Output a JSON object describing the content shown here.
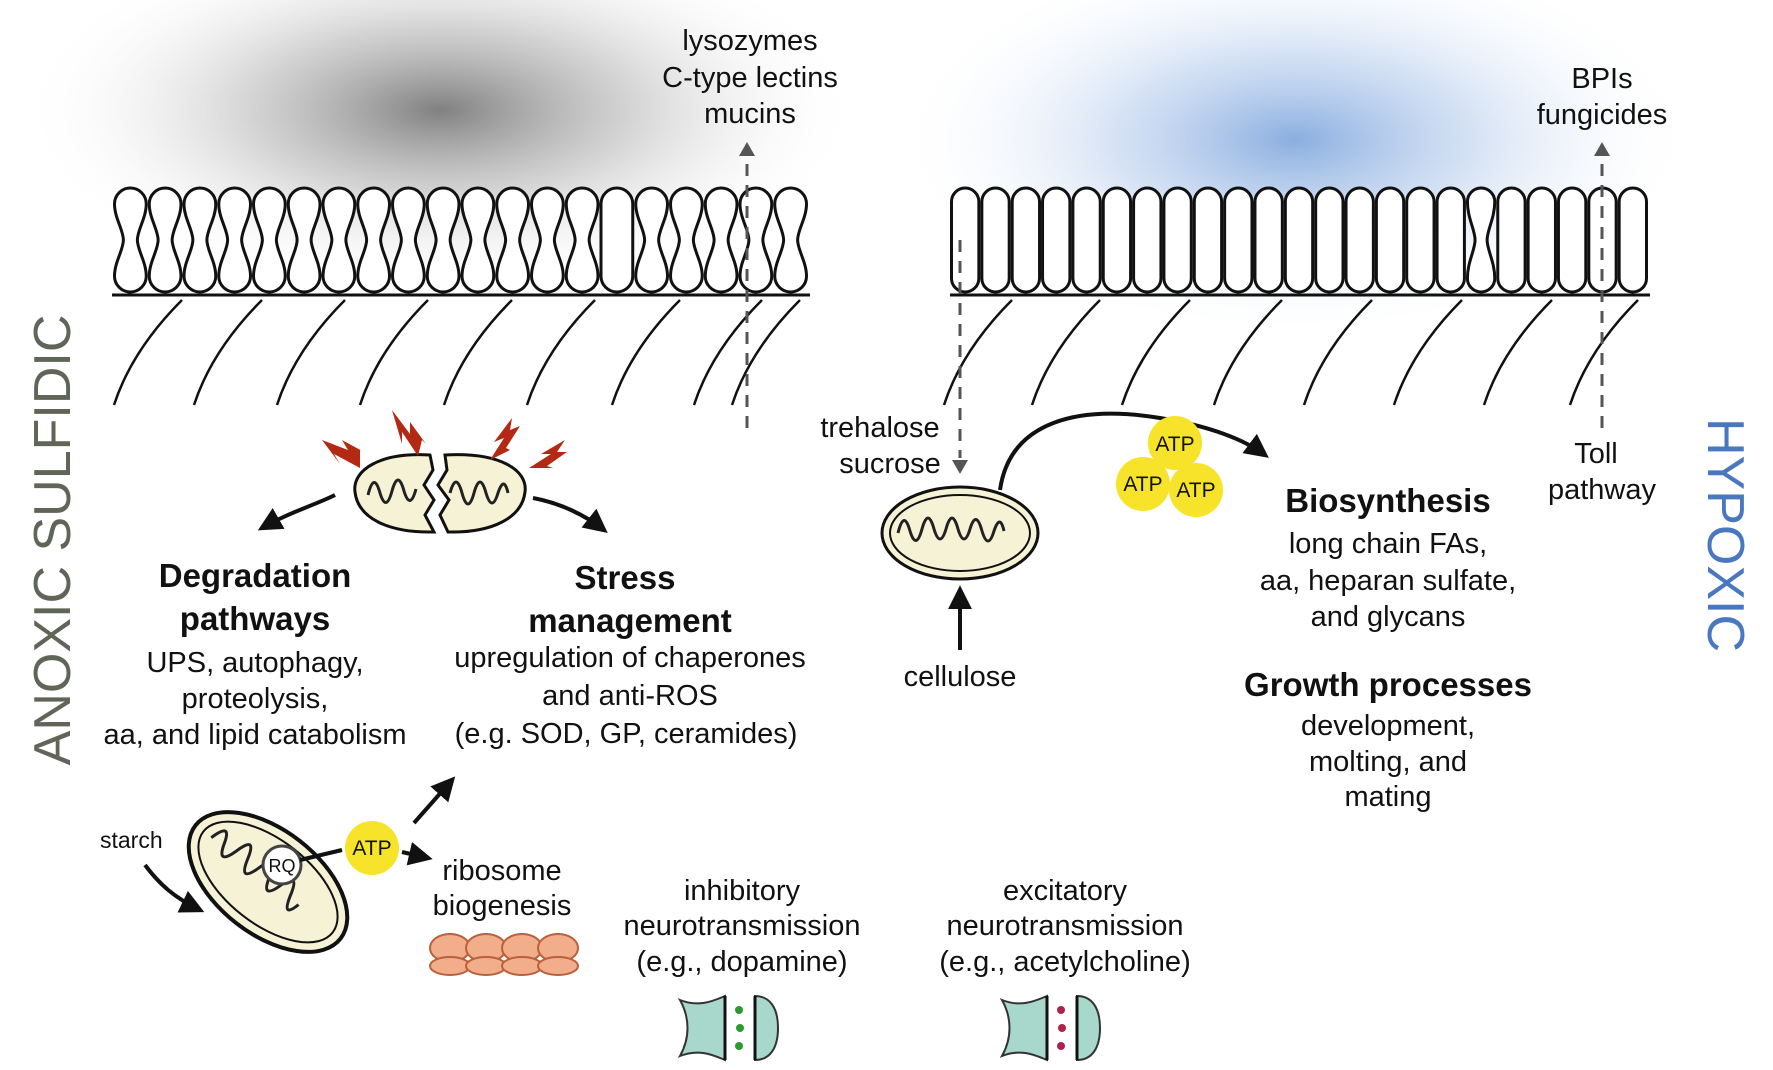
{
  "left_panel": {
    "side_label": "ANOXIC SULFIDIC",
    "secreted": [
      "lysozymes",
      "C-type lectins",
      "mucins"
    ],
    "degradation": {
      "title_lines": [
        "Degradation",
        "pathways"
      ],
      "detail_lines": [
        "UPS, autophagy,",
        "proteolysis,",
        "aa, and lipid catabolism"
      ]
    },
    "stress": {
      "title_lines": [
        "Stress",
        "management"
      ],
      "detail_lines": [
        "upregulation of chaperones",
        "and anti-ROS",
        "(e.g. SOD, GP, ceramides)"
      ]
    },
    "starch": "starch",
    "rq": "RQ",
    "atp": "ATP",
    "ribosome_lines": [
      "ribosome",
      "biogenesis"
    ],
    "inhibitory_lines": [
      "inhibitory",
      "neurotransmission",
      "(e.g., dopamine)"
    ]
  },
  "right_panel": {
    "side_label": "HYPOXIC",
    "secreted": [
      "BPIs",
      "fungicides"
    ],
    "sugars": [
      "trehalose",
      "sucrose"
    ],
    "cellulose": "cellulose",
    "atp_labels": [
      "ATP",
      "ATP",
      "ATP"
    ],
    "biosynthesis": {
      "title": "Biosynthesis",
      "detail_lines": [
        "long chain FAs,",
        "aa, heparan sulfate,",
        "and glycans"
      ]
    },
    "growth": {
      "title": "Growth processes",
      "detail_lines": [
        "development,",
        "molting, and",
        "mating"
      ]
    },
    "toll_lines": [
      "Toll",
      "pathway"
    ],
    "excitatory_lines": [
      "excitatory",
      "neurotransmission",
      "(e.g., acetylcholine)"
    ]
  },
  "colors": {
    "anoxic_label": "#5f6657",
    "hypoxic_label": "#4a78c0",
    "atp_fill": "#f7e42a",
    "ros_bolt": "#b32914",
    "mito_fill": "#f6f2d6",
    "synapse_fill": "#a8d8cc",
    "ribosome_fill": "#f2ad8a"
  }
}
